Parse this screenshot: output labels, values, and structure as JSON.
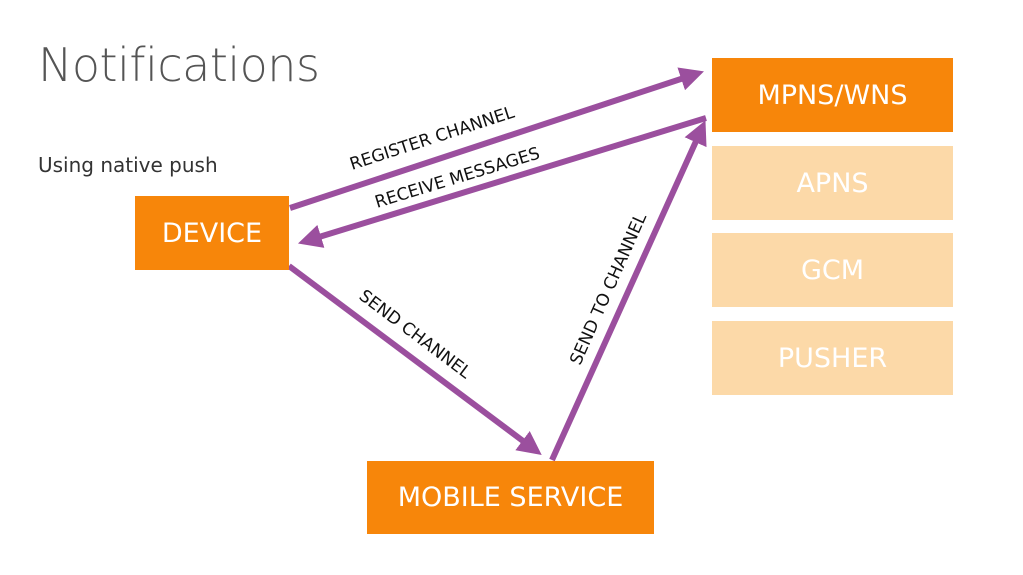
{
  "slide": {
    "title": "Notifications",
    "subtitle": "Using native push"
  },
  "nodes": {
    "device": "DEVICE",
    "mpns": "MPNS/WNS",
    "apns": "APNS",
    "gcm": "GCM",
    "pusher": "PUSHER",
    "mobile_service": "MOBILE SERVICE"
  },
  "edges": {
    "register_channel": "REGISTER CHANNEL",
    "receive_messages": "RECEIVE MESSAGES",
    "send_channel": "SEND CHANNEL",
    "send_to_channel": "SEND TO CHANNEL"
  },
  "colors": {
    "primary_box": "#f7860a",
    "secondary_box": "#fcd9a8",
    "arrow": "#9b4f9e"
  }
}
